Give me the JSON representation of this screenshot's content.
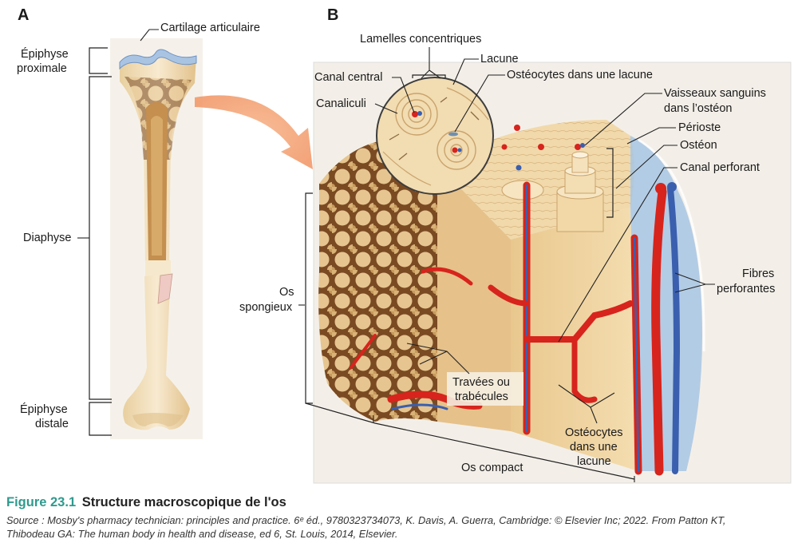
{
  "panels": {
    "a": "A",
    "b": "B"
  },
  "labels_a": {
    "cartilage": "Cartilage articulaire",
    "epiphyse_prox_1": "Épiphyse",
    "epiphyse_prox_2": "proximale",
    "diaphyse": "Diaphyse",
    "epiphyse_dist_1": "Épiphyse",
    "epiphyse_dist_2": "distale"
  },
  "labels_b": {
    "lamelles": "Lamelles concentriques",
    "lacune": "Lacune",
    "canal_central": "Canal central",
    "osteocytes_lacune": "Ostéocytes dans une lacune",
    "canaliculi": "Canaliculi",
    "vaisseaux_1": "Vaisseaux sanguins",
    "vaisseaux_2": "dans l’ostéon",
    "perioste": "Périoste",
    "osteon": "Ostéon",
    "canal_perforant": "Canal perforant",
    "os_spongieux_1": "Os",
    "os_spongieux_2": "spongieux",
    "fibres_1": "Fibres",
    "fibres_2": "perforantes",
    "travees_1": "Travées ou",
    "travees_2": "trabécules",
    "osteocytes_2_1": "Ostéocytes",
    "osteocytes_2_2": "dans une",
    "osteocytes_2_3": "lacune",
    "os_compact": "Os compact"
  },
  "caption": {
    "number": "Figure 23.1",
    "title": "Structure macroscopique de l'os",
    "source_line1": "Source : Mosby's pharmacy technician: principles and practice. 6ᵉ éd., 9780323734073, K. Davis, A. Guerra, Cambridge: © Elsevier Inc; 2022. From Patton KT,",
    "source_line2": "Thibodeau GA: The human body in health and disease, ed 6, St. Louis, 2014, Elsevier."
  },
  "colors": {
    "bone": "#f1dcb2",
    "bone_dark": "#dcb57b",
    "marrow": "#c49150",
    "cartilage": "#a9c4e2",
    "artery": "#d7241c",
    "vein": "#3a5fae",
    "periosteum": "#9bbde0",
    "caption_accent": "#2f9a8e"
  }
}
